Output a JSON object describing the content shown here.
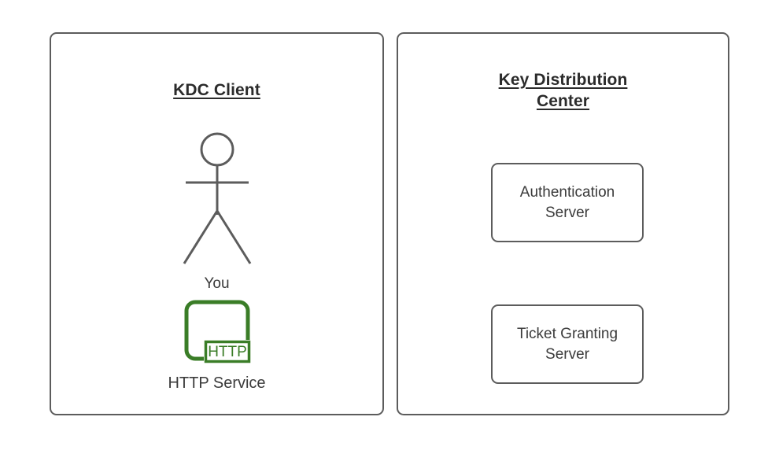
{
  "diagram": {
    "title_hidden": "",
    "stroke_color": "#5c5c5c",
    "text_color": "#3b3b3b",
    "accent_green": "#3a7d27"
  },
  "panels": {
    "client": {
      "title": "KDC Client",
      "actor": {
        "icon": "stick-figure-icon",
        "label": "You"
      },
      "service": {
        "icon": "http-service-icon",
        "badge": "HTTP",
        "label": "HTTP Service"
      }
    },
    "kdc": {
      "title_line1": "Key Distribution",
      "title_line2": "Center",
      "servers": [
        {
          "line1": "Authentication",
          "line2": "Server"
        },
        {
          "line1": "Ticket Granting",
          "line2": "Server"
        }
      ]
    }
  }
}
